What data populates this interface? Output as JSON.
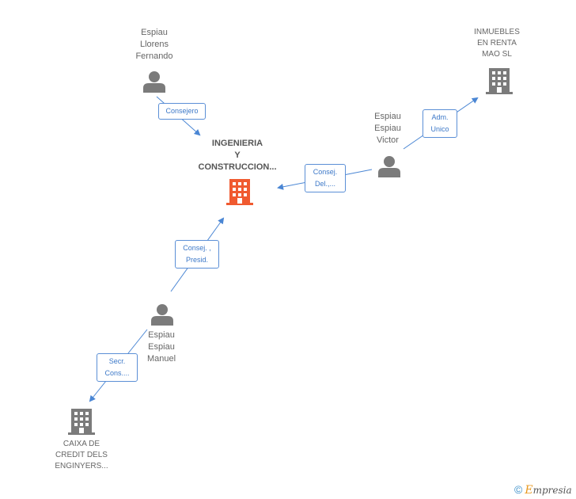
{
  "colors": {
    "edge": "#4a86d4",
    "person": "#7b7b7b",
    "company": "#7b7b7b",
    "company_center": "#f05a30"
  },
  "nodes": {
    "center": {
      "lines": [
        "INGENIERIA",
        "Y",
        "CONSTRUCCION..."
      ],
      "icon": "building-icon"
    },
    "llorens": {
      "lines": [
        "Espiau",
        "Llorens",
        "Fernando"
      ],
      "icon": "person-icon"
    },
    "victor": {
      "lines": [
        "Espiau",
        "Espiau",
        "Victor"
      ],
      "icon": "person-icon"
    },
    "manuel": {
      "lines": [
        "Espiau",
        "Espiau",
        "Manuel"
      ],
      "icon": "person-icon"
    },
    "inmuebles": {
      "lines": [
        "INMUEBLES",
        "EN RENTA",
        "MAO SL"
      ],
      "icon": "building-icon"
    },
    "caixa": {
      "lines": [
        "CAIXA DE",
        "CREDIT DELS",
        "ENGINYERS..."
      ],
      "icon": "building-icon"
    }
  },
  "edges": {
    "llorens_center": {
      "lines": [
        "Consejero"
      ]
    },
    "victor_center": {
      "lines": [
        "Consej.",
        "Del.,..."
      ]
    },
    "victor_inmuebles": {
      "lines": [
        "Adm.",
        "Unico"
      ]
    },
    "manuel_center": {
      "lines": [
        "Consej. ,",
        "Presid."
      ]
    },
    "manuel_caixa": {
      "lines": [
        "Secr.",
        "Cons...."
      ]
    }
  },
  "footer": {
    "copyright": "©",
    "brand_initial": "E",
    "brand_rest": "mpresia"
  }
}
